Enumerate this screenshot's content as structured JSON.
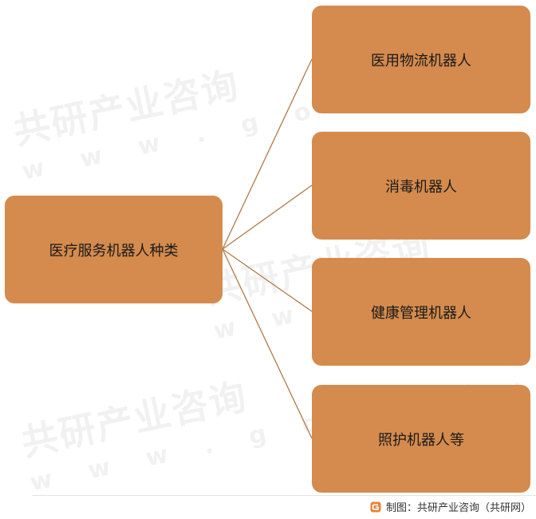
{
  "diagram": {
    "root": {
      "label": "医疗服务机器人种类"
    },
    "children": [
      {
        "label": "医用物流机器人"
      },
      {
        "label": "消毒机器人"
      },
      {
        "label": "健康管理机器人"
      },
      {
        "label": "照护机器人等"
      }
    ]
  },
  "source": {
    "text": "制图：共研产业咨询（共研网）",
    "logo_icon": "gonyn-logo-icon"
  },
  "watermark": {
    "brand": "共研产业咨询",
    "url": "w w w . g o n y n . c o m"
  },
  "colors": {
    "node_fill": "#d48b4d",
    "connector": "#b07a4a",
    "logo": "#e8833a"
  }
}
